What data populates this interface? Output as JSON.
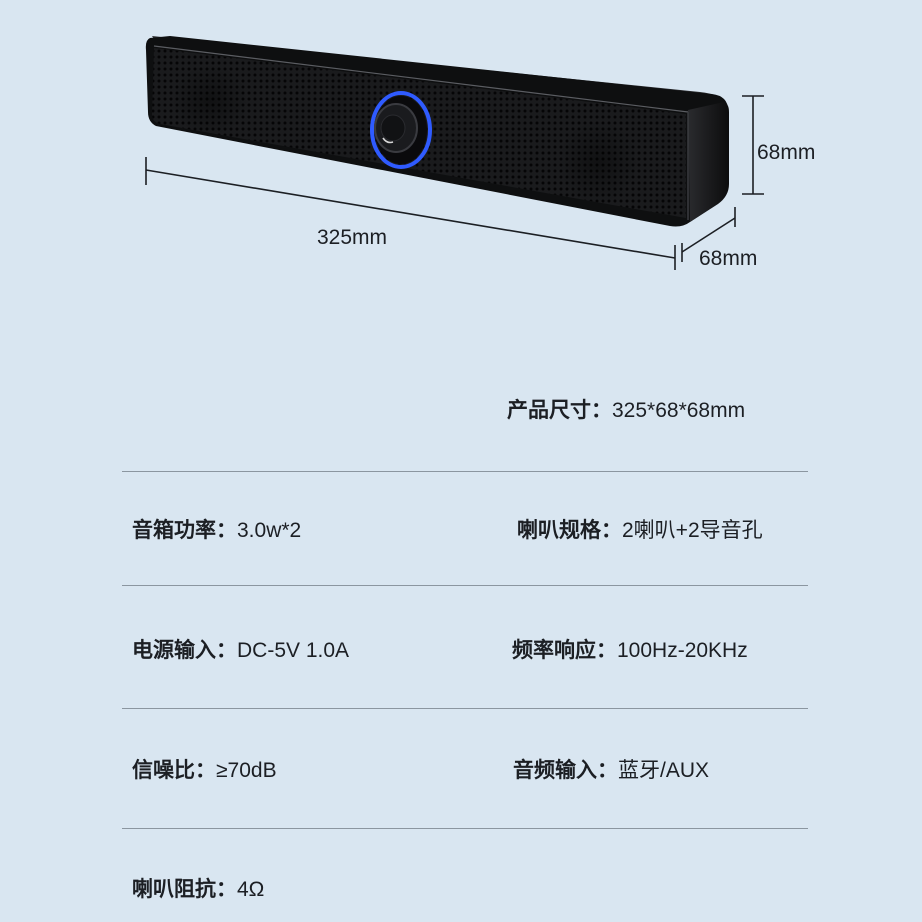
{
  "product_image": {
    "alt": "Black bar speaker with blue-ring volume knob",
    "accent_color": "#2f5bff",
    "dimensions": {
      "length": "325mm",
      "height": "68mm",
      "depth": "68mm"
    }
  },
  "size_spec": {
    "label": "产品尺寸：",
    "value": "325*68*68mm"
  },
  "specs": [
    {
      "label": "音箱功率：",
      "value": "3.0w*2"
    },
    {
      "label": "喇叭规格：",
      "value": "2喇叭+2导音孔"
    },
    {
      "label": "电源输入：",
      "value": "DC-5V 1.0A"
    },
    {
      "label": "频率响应：",
      "value": "100Hz-20KHz"
    },
    {
      "label": "信噪比：",
      "value": "≥70dB"
    },
    {
      "label": "音频输入：",
      "value": "蓝牙/AUX"
    },
    {
      "label": "喇叭阻抗：",
      "value": "4Ω"
    }
  ],
  "colors": {
    "background": "#d9e6f1",
    "divider": "#8b96a0",
    "text": "#1c1f24"
  }
}
